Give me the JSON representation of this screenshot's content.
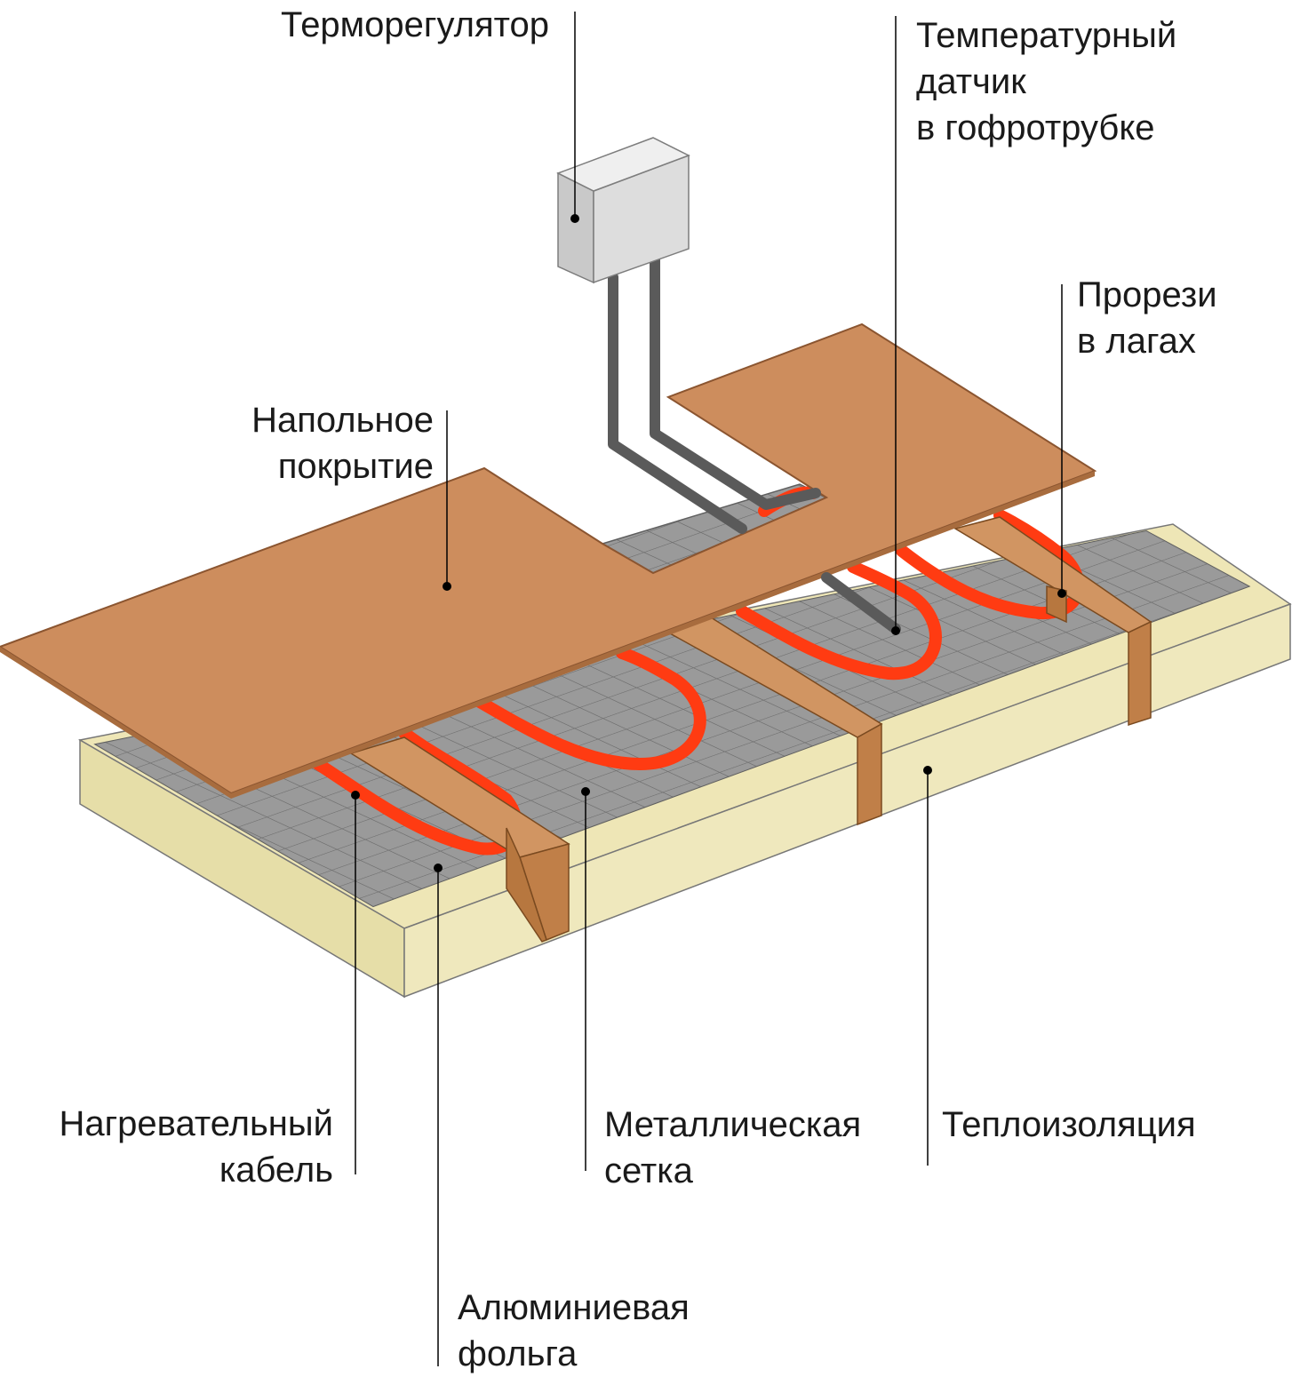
{
  "colors": {
    "background": "#ffffff",
    "insulation_top": "#eee6b6",
    "insulation_side": "#e4dca8",
    "foil": "#9a9a9a",
    "grid": "#6f6f6f",
    "cable": "#ff3b12",
    "floor": "#cd8d5d",
    "joist_top": "#d19562",
    "joist_side": "#b7773f",
    "box_front": "#dcdcdc",
    "box_side": "#c4c4c4",
    "conduit": "#5a5a5a",
    "leader": "#000000"
  },
  "icons": {
    "thermostat": "thermostat-box-icon",
    "conduit": "corrugated-conduit-icon"
  },
  "labels": {
    "thermostat": [
      "Терморегулятор"
    ],
    "sensor": [
      "Температурный",
      "датчик",
      "в гофротрубке"
    ],
    "slots": [
      "Прорези",
      "в лагах"
    ],
    "floor_covering": [
      "Напольное",
      "покрытие"
    ],
    "heating_cable": [
      "Нагревательный",
      "кабель"
    ],
    "metal_mesh": [
      "Металлическая",
      "сетка"
    ],
    "insulation": [
      "Теплоизоляция"
    ],
    "foil": [
      "Алюминиевая",
      "фольга"
    ]
  }
}
